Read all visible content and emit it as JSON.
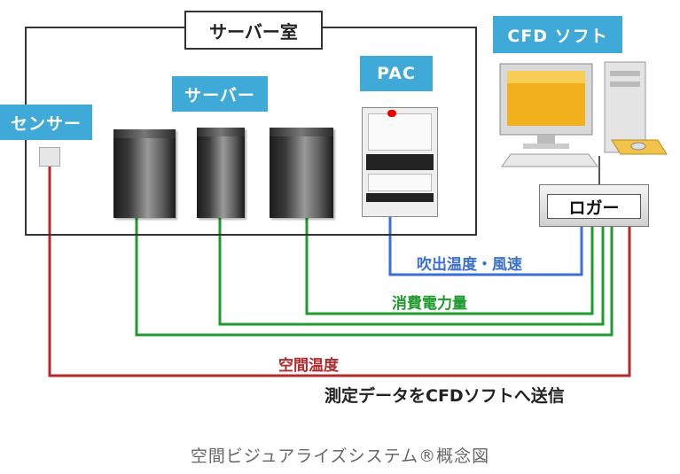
{
  "labels": {
    "server_room": "サーバー室",
    "cfd_soft": "CFD ソフト",
    "pac": "PAC",
    "servers": "サーバー",
    "sensor": "センサー",
    "logger": "ロガー"
  },
  "wires": {
    "airflow": "吹出温度・風速",
    "power": "消費電力量",
    "room_temp": "空間温度"
  },
  "send_text": "測定データをCFDソフトへ送信",
  "caption": "空間ビジュアライズシステム®概念図",
  "colors": {
    "label_blue": "#3fa9d8",
    "wire_blue": "#3b6fd1",
    "wire_green": "#1f9a2d",
    "wire_red": "#b22a2a"
  }
}
